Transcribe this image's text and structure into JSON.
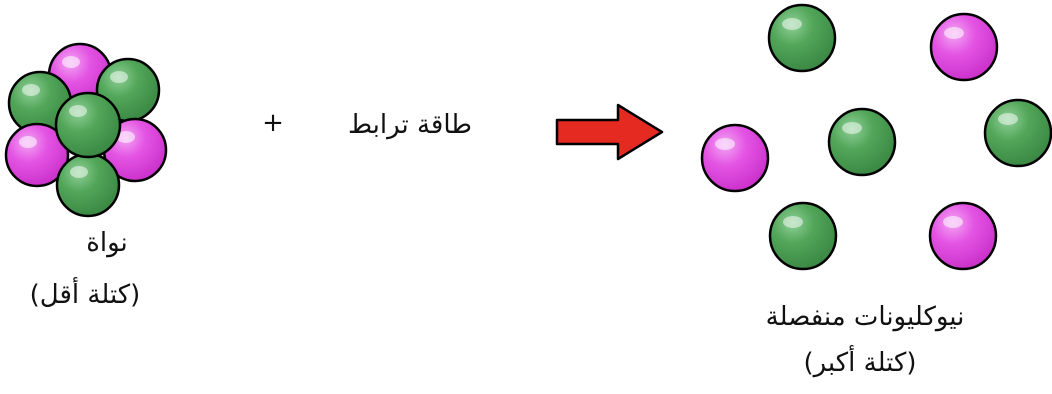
{
  "labels": {
    "nucleus": "نواة",
    "nucleus_mass": "(كتلة أقل)",
    "plus": "+",
    "binding_energy": "طاقة ترابط",
    "separate_nucleons": "نيوكليونات منفصلة",
    "separate_mass": "(كتلة أكبر)"
  },
  "colors": {
    "proton_fill": "#e455e4",
    "proton_stroke": "#000000",
    "neutron_fill": "#52a659",
    "neutron_stroke": "#000000",
    "arrow_fill": "#e52a22",
    "arrow_stroke": "#000000",
    "text": "#111111"
  },
  "particles": {
    "nucleus": [
      "proton",
      "neutron",
      "neutron",
      "proton",
      "proton",
      "neutron",
      "neutron"
    ],
    "separated": [
      "neutron",
      "proton",
      "neutron",
      "neutron",
      "proton",
      "neutron",
      "proton"
    ]
  }
}
